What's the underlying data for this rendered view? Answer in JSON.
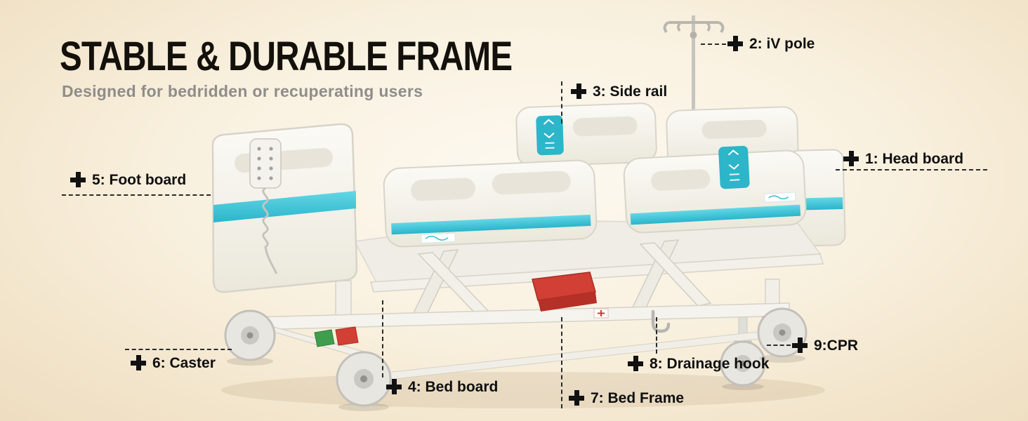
{
  "header": {
    "title": "STABLE & DURABLE FRAME",
    "subtitle": "Designed for bedridden or recuperating users"
  },
  "labels": {
    "head_board": "1: Head board",
    "iv_pole": "2: iV pole",
    "side_rail": "3: Side rail",
    "bed_board": "4: Bed board",
    "foot_board": "5: Foot board",
    "caster": "6: Caster",
    "bed_frame": "7: Bed Frame",
    "drainage_hook": "8: Drainage hook",
    "cpr": "9:CPR"
  },
  "colors": {
    "accent_cyan": "#3ec3d6",
    "panel_white": "#f7f5ef",
    "title_text": "#14110c",
    "subtitle_text": "#8f8d8a",
    "label_text": "#0f0f0f",
    "background_center": "#fdf9f0",
    "background_edge": "#eeddc0",
    "pedal_red": "#d23f34",
    "pedal_green": "#3f9e4d"
  }
}
